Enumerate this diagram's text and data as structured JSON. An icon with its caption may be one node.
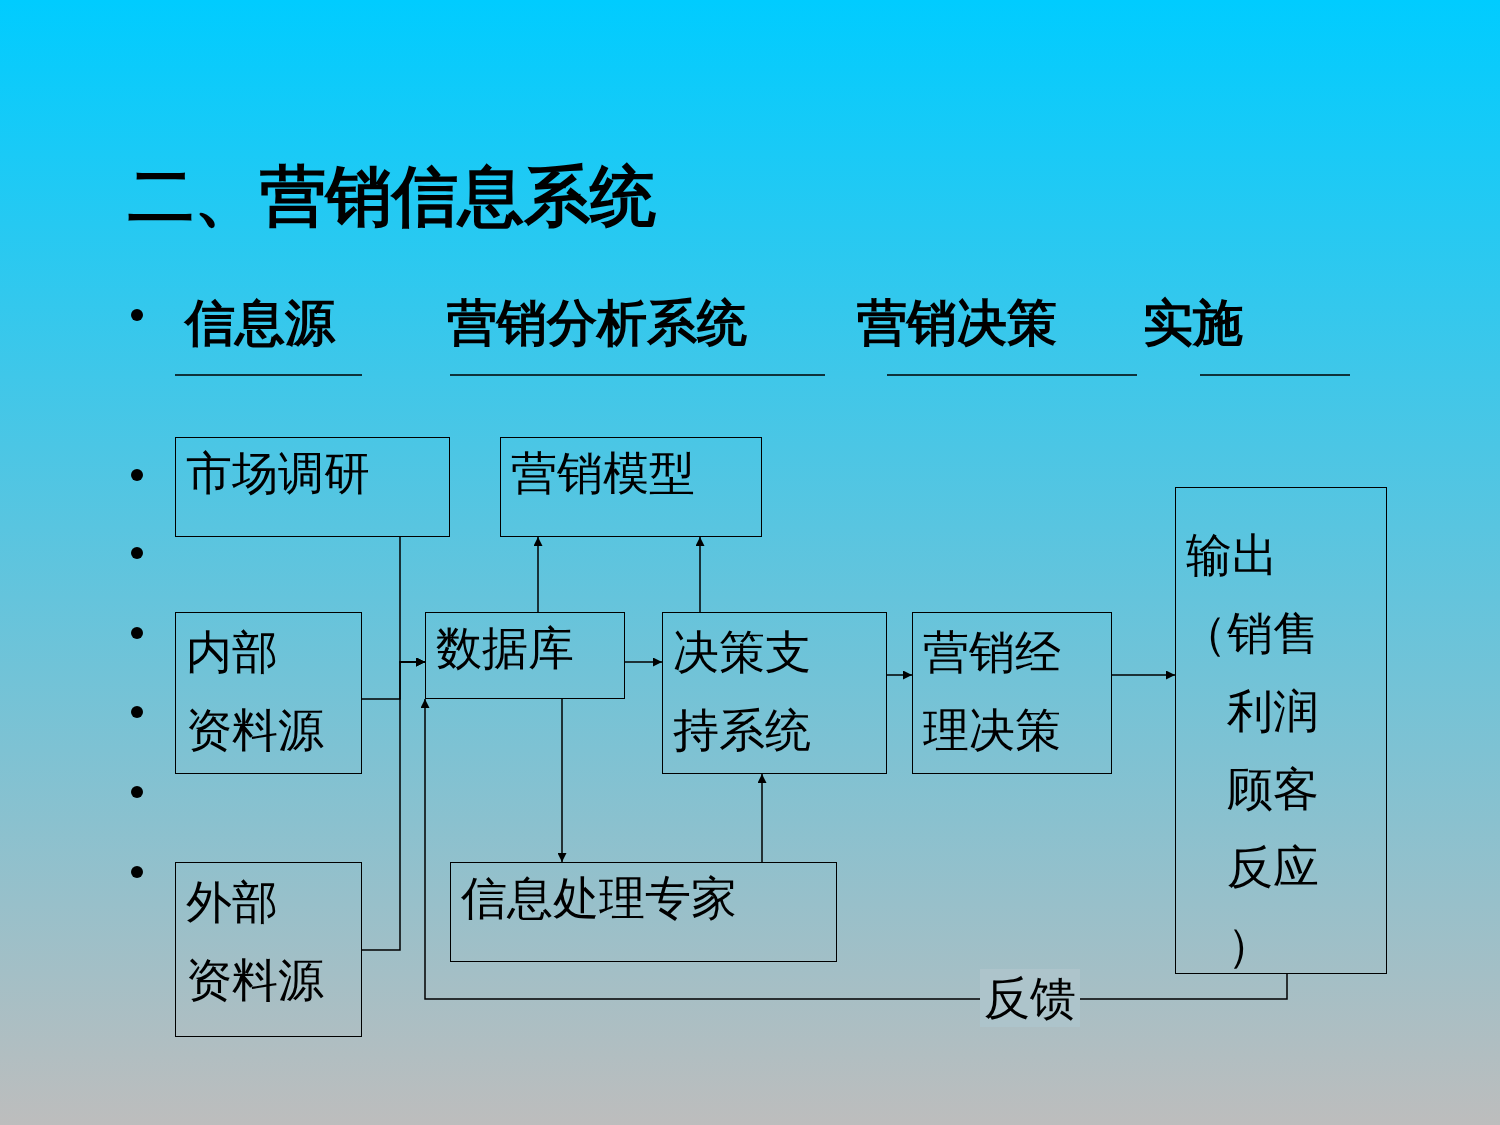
{
  "diagram": {
    "title": "二、营销信息系统",
    "nodes": [
      {
        "text": [
          "市场调研"
        ]
      },
      {
        "text": [
          "营销模型"
        ]
      },
      {
        "text": [
          "内部",
          "资料源"
        ]
      },
      {
        "text": [
          "数据库"
        ]
      },
      {
        "text": [
          "决策支持系统"
        ]
      },
      {
        "text": [
          "营销经理决策"
        ]
      },
      {
        "text": [
          "外部",
          "资料源"
        ]
      },
      {
        "text": [
          "信息处理专家"
        ]
      },
      {
        "text": [
          "输出",
          "（销售利润顾客反应）"
        ]
      }
    ],
    "edges": [
      {
        "from": 0,
        "to": 3,
        "arrow": "to"
      },
      {
        "from": 2,
        "to": 3,
        "arrow": "to"
      },
      {
        "from": 6,
        "to": 3,
        "arrow": "to"
      },
      {
        "from": 3,
        "to": 1,
        "arrow": "to"
      },
      {
        "from": 4,
        "to": 1,
        "arrow": "to"
      },
      {
        "from": 3,
        "to": 4,
        "arrow": "to"
      },
      {
        "from": 3,
        "to": 7,
        "arrow": "to"
      },
      {
        "from": 7,
        "to": 4,
        "arrow": "to"
      },
      {
        "from": 4,
        "to": 5,
        "arrow": "to"
      },
      {
        "from": 5,
        "to": 8,
        "arrow": "to"
      },
      {
        "from": 8,
        "to": 3,
        "arrow": "to",
        "label": "反馈"
      }
    ],
    "labels": [
      "信息源",
      "营销分析系统",
      "营销决策",
      "实施"
    ]
  }
}
